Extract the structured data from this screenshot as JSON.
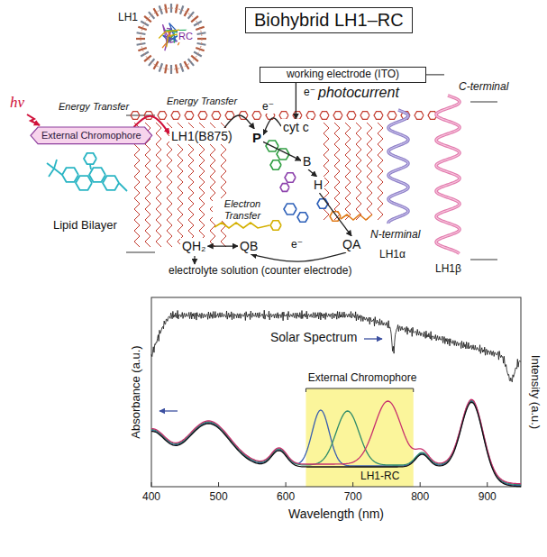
{
  "diagram": {
    "nodes": [
      {
        "text": [
          "Biohybrid LH1–RC"
        ]
      },
      {
        "text": [
          "working electrode (ITO)"
        ]
      },
      {
        "text": [
          "External Chromophore"
        ]
      },
      {
        "text": [
          "LH1(B875)"
        ]
      },
      {
        "text": [
          "cyt c"
        ]
      },
      {
        "text": [
          "P"
        ]
      },
      {
        "text": [
          "B"
        ]
      },
      {
        "text": [
          "H"
        ]
      },
      {
        "text": [
          "QA"
        ]
      },
      {
        "text": [
          "QB"
        ]
      },
      {
        "text": [
          "QH₂"
        ]
      }
    ],
    "edges": [
      {
        "from": 2,
        "to": 3,
        "arrow": "to"
      },
      {
        "from": 3,
        "to": 5,
        "arrow": "to"
      },
      {
        "from": 1,
        "to": 4,
        "arrow": "to"
      },
      {
        "from": 4,
        "to": 5,
        "arrow": "to"
      },
      {
        "from": 5,
        "to": 6,
        "arrow": "to"
      },
      {
        "from": 6,
        "to": 7,
        "arrow": "to"
      },
      {
        "from": 7,
        "to": 8,
        "arrow": "to"
      },
      {
        "from": 8,
        "to": 9,
        "arrow": "to"
      },
      {
        "from": 9,
        "to": 10,
        "arrow": "both"
      }
    ],
    "labels": [
      "LH1",
      "RC",
      "hν",
      "Energy Transfer",
      "Energy Transfer",
      "e⁻",
      "photocurrent",
      "e⁻",
      "Electron Transfer",
      "e⁻",
      "electrolyte solution (counter electrode)",
      "Lipid Bilayer",
      "LH1α",
      "LH1β",
      "C-terminal",
      "N-terminal",
      "Solar Spectrum",
      "External Chromophore",
      "LH1-RC",
      "Absorbance (a.u.)",
      "Intensity (a.u.)",
      "Wavelength (nm)",
      "400",
      "500",
      "600",
      "700",
      "800",
      "900"
    ]
  }
}
